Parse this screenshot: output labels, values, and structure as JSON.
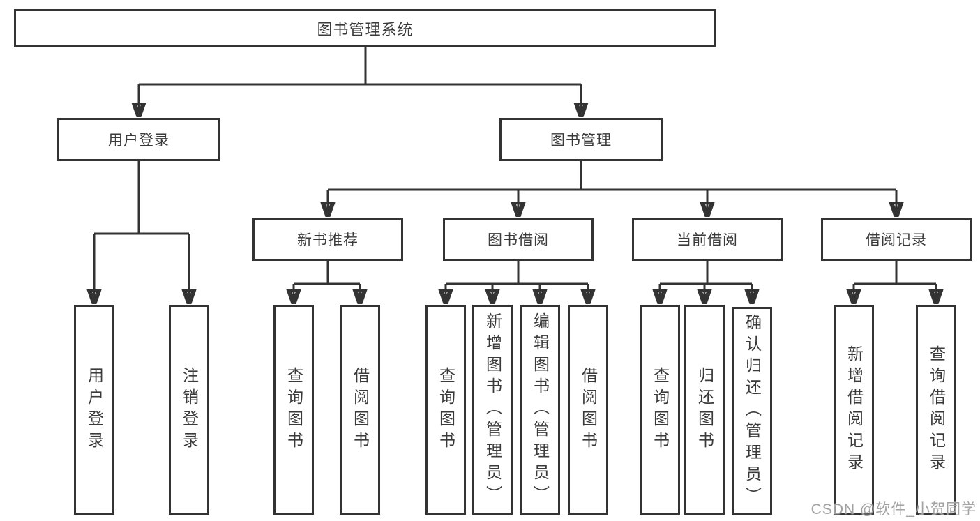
{
  "nodes": {
    "root": "图书管理系统",
    "user_login": "用户登录",
    "book_management": "图书管理",
    "new_book_recommend": "新书推荐",
    "book_borrowing": "图书借阅",
    "current_borrowing": "当前借阅",
    "borrowing_records": "借阅记录",
    "login_user_login": "用户登录",
    "login_logout": "注销登录",
    "nbr_query_books": "查询图书",
    "nbr_borrow_books": "借阅图书",
    "bb_query_books": "查询图书",
    "bb_add_books": "新增图书（管理员）",
    "bb_edit_books": "编辑图书（管理员）",
    "bb_borrow_books": "借阅图书",
    "cb_query_books": "查询图书",
    "cb_return_books": "归还图书",
    "cb_confirm_return": "确认归还（管理员）",
    "br_add_record": "新增借阅记录",
    "br_query_record": "查询借阅记录"
  },
  "watermark": "CSDN @软件_小贺同学",
  "colors": {
    "line": "#333333",
    "box_border": "#333333",
    "box_background": "#ffffff",
    "text": "#3a3a3a",
    "watermark": "#a2a2a2"
  }
}
